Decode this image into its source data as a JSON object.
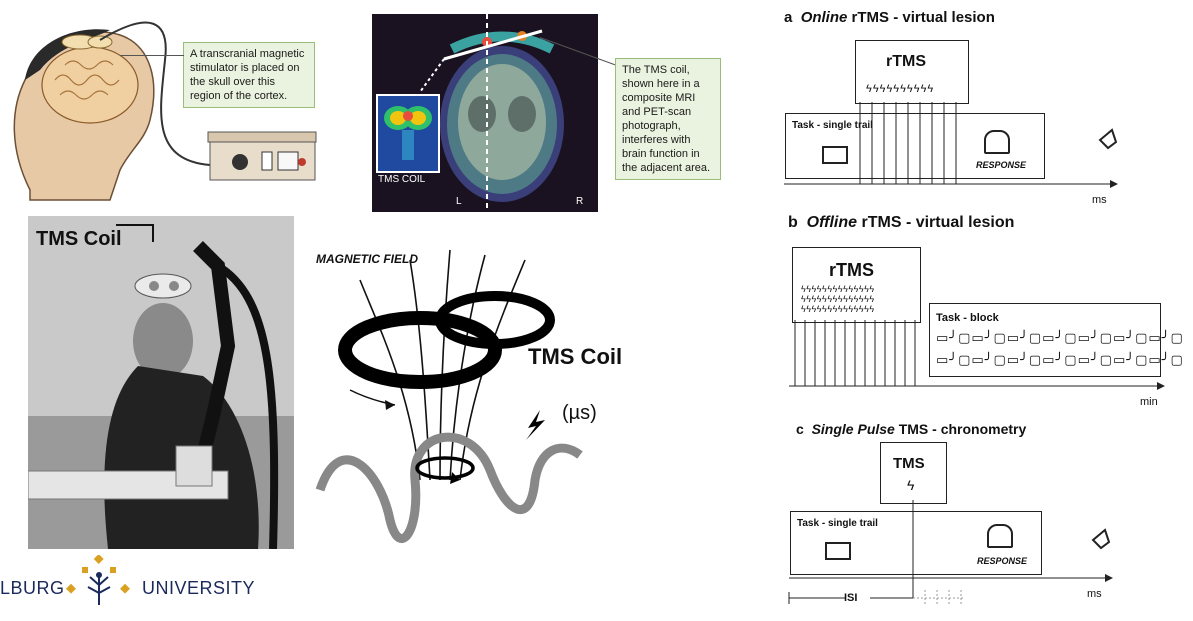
{
  "left": {
    "callout_stimulator": "A transcranial magnetic stimulator is placed on the skull over this region of the cortex.",
    "callout_coil": "The TMS coil, shown here in a composite MRI and PET-scan photograph, interferes with brain function in the adjacent area.",
    "scan_inset_label": "TMS COIL",
    "scan_left": "L",
    "scan_right": "R",
    "photo_label": "TMS Coil",
    "diagram_field_label": "MAGNETIC FIELD",
    "diagram_coil_label": "TMS Coil",
    "diagram_time_label": "(µs)"
  },
  "logo": {
    "left_text": "LBURG",
    "right_text": "UNIVERSITY",
    "accent_color": "#d9a021"
  },
  "panels": {
    "a": {
      "letter": "a",
      "italic": "Online",
      "rest": " rTMS - virtual lesion",
      "box_label": "rTMS",
      "task_label": "Task - single trail",
      "response_label": "RESPONSE",
      "axis_unit": "ms"
    },
    "b": {
      "letter": "b",
      "italic": "Offline",
      "rest": " rTMS - virtual lesion",
      "box_label": "rTMS",
      "task_label": "Task - block",
      "axis_unit": "min"
    },
    "c": {
      "letter": "c",
      "italic": "Single Pulse",
      "rest": " TMS - chronometry",
      "box_label": "TMS",
      "task_label": "Task - single trail",
      "response_label": "RESPONSE",
      "isi_label": "ISI",
      "axis_unit": "ms"
    }
  }
}
